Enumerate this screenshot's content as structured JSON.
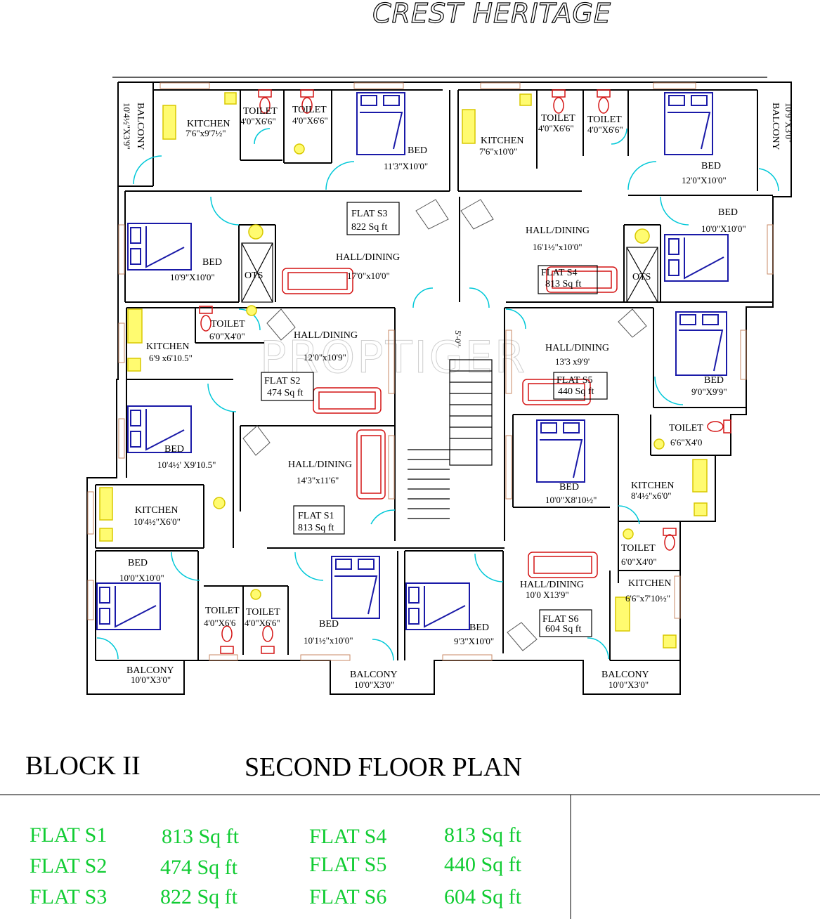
{
  "title": "CREST HERITAGE",
  "watermark": "PROPTIGER",
  "stair_dim": "5'-0\"",
  "block": "BLOCK  II",
  "plan_title": "SECOND  FLOOR PLAN",
  "colors": {
    "door": "#00c8d8",
    "bed": "#1a1aa8",
    "sanitary": "#d41414",
    "kitchen": "#fffb70",
    "legend": "#11cc33"
  },
  "rooms": [
    {
      "id": "balcony-nw",
      "name": "BALCONY",
      "dim": "10'4½\"X3'9\""
    },
    {
      "id": "kitchen-s3",
      "name": "KITCHEN",
      "dim": "7'6\"x9'7½\""
    },
    {
      "id": "toilet-s3a",
      "name": "TOILET",
      "dim": "4'0\"X6'6\""
    },
    {
      "id": "toilet-s3b",
      "name": "TOILET",
      "dim": "4'0\"X6'6\""
    },
    {
      "id": "bed-s3a",
      "name": "BED",
      "dim": "11'3\"X10'0\""
    },
    {
      "id": "kitchen-s4",
      "name": "KITCHEN",
      "dim": "7'6\"x10'0\""
    },
    {
      "id": "toilet-s4a",
      "name": "TOILET",
      "dim": "4'0\"X6'6\""
    },
    {
      "id": "toilet-s4b",
      "name": "TOILET",
      "dim": "4'0\"X6'6\""
    },
    {
      "id": "bed-s4a",
      "name": "BED",
      "dim": "12'0\"X10'0\""
    },
    {
      "id": "balcony-ne",
      "name": "BALCONY",
      "dim": "10'9\"X3'0\""
    },
    {
      "id": "bed-s3b",
      "name": "BED",
      "dim": "10'9\"X10'0\""
    },
    {
      "id": "ots-w",
      "name": "OTS",
      "dim": ""
    },
    {
      "id": "hall-s3",
      "name": "HALL/DINING",
      "dim": "17'0\"x10'0\""
    },
    {
      "id": "hall-s4",
      "name": "HALL/DINING",
      "dim": "16'1½\"x10'0\""
    },
    {
      "id": "ots-e",
      "name": "OTS",
      "dim": ""
    },
    {
      "id": "bed-s4b",
      "name": "BED",
      "dim": "10'0\"X10'0\""
    },
    {
      "id": "toilet-s2",
      "name": "TOILET",
      "dim": "6'0\"X4'0\""
    },
    {
      "id": "kitchen-s2",
      "name": "KITCHEN",
      "dim": "6'9 x6'10.5\""
    },
    {
      "id": "hall-s2",
      "name": "HALL/DINING",
      "dim": "12'0\"x10'9\""
    },
    {
      "id": "hall-s5",
      "name": "HALL/DINING",
      "dim": "13'3 x9'9'"
    },
    {
      "id": "bed-s5a",
      "name": "BED",
      "dim": "9'0\"X9'9\""
    },
    {
      "id": "bed-s2",
      "name": "BED",
      "dim": "10'4½' X9'10.5\""
    },
    {
      "id": "toilet-s5",
      "name": "TOILET",
      "dim": "6'6\"X4'0"
    },
    {
      "id": "hall-s1",
      "name": "HALL/DINING",
      "dim": "14'3\"x11'6\""
    },
    {
      "id": "bed-s5b",
      "name": "BED",
      "dim": "10'0\"X8'10½\""
    },
    {
      "id": "kitchen-s5",
      "name": "KITCHEN",
      "dim": "8'4½\"x6'0\""
    },
    {
      "id": "kitchen-s1",
      "name": "KITCHEN",
      "dim": "10'4½\"X6'0\""
    },
    {
      "id": "toilet-s6",
      "name": "TOILET",
      "dim": "6'0\"X4'0\""
    },
    {
      "id": "bed-s1a",
      "name": "BED",
      "dim": "10'0\"X10'0\""
    },
    {
      "id": "kitchen-s6",
      "name": "KITCHEN",
      "dim": "6'6\"x7'10½\""
    },
    {
      "id": "hall-s6",
      "name": "HALL/DINING",
      "dim": "10'0 X13'9\""
    },
    {
      "id": "toilet-s1a",
      "name": "TOILET",
      "dim": "4'0\"X6'6"
    },
    {
      "id": "toilet-s1b",
      "name": "TOILET",
      "dim": "4'0\"X6'6\""
    },
    {
      "id": "bed-s1b",
      "name": "BED",
      "dim": "10'1½\"x10'0\""
    },
    {
      "id": "bed-s6",
      "name": "BED",
      "dim": "9'3\"X10'0\""
    },
    {
      "id": "balcony-sw",
      "name": "BALCONY",
      "dim": "10'0\"X3'0\""
    },
    {
      "id": "balcony-s",
      "name": "BALCONY",
      "dim": "10'0\"X3'0\""
    },
    {
      "id": "balcony-se",
      "name": "BALCONY",
      "dim": "10'0\"X3'0\""
    }
  ],
  "flat_tags": [
    {
      "flat": "FLAT  S3",
      "area": "822 Sq ft"
    },
    {
      "flat": "FLAT  S4",
      "area": "813  Sq ft"
    },
    {
      "flat": "FLAT  S2",
      "area": "474 Sq ft"
    },
    {
      "flat": "FLAT  S5",
      "area": "440 Sq ft"
    },
    {
      "flat": "FLAT  S1",
      "area": "813 Sq ft"
    },
    {
      "flat": "FLAT  S6",
      "area": "604 Sq ft"
    }
  ],
  "legend": [
    {
      "flat": "FLAT  S1",
      "area": "813 Sq ft"
    },
    {
      "flat": "FLAT  S2",
      "area": "474 Sq ft"
    },
    {
      "flat": "FLAT  S3",
      "area": "822 Sq ft"
    },
    {
      "flat": "FLAT  S4",
      "area": "813  Sq ft"
    },
    {
      "flat": "FLAT  S5",
      "area": "440 Sq ft"
    },
    {
      "flat": "FLAT  S6",
      "area": "604  Sq ft"
    }
  ]
}
